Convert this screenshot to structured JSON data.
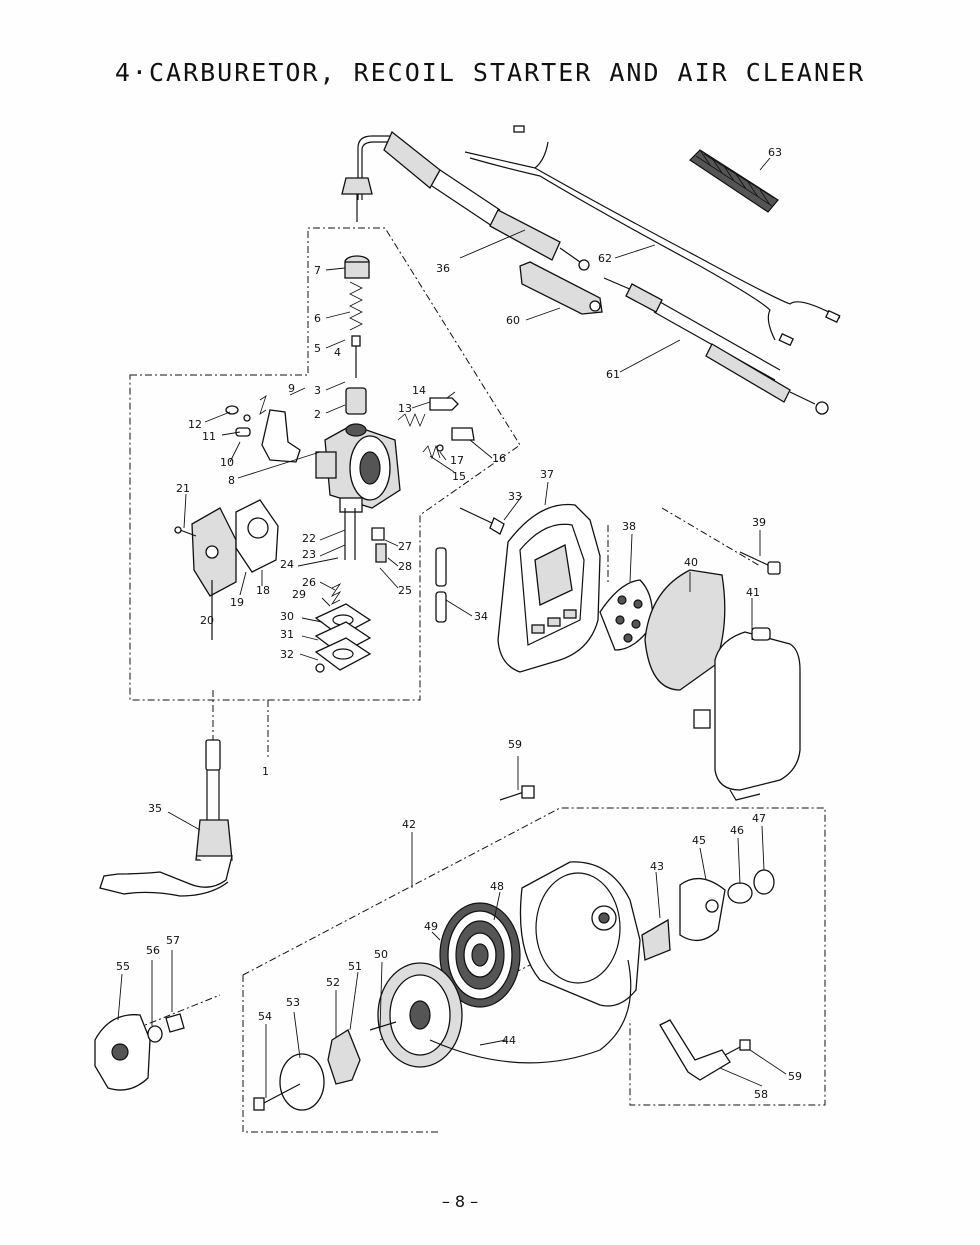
{
  "title": "4·CARBURETOR, RECOIL STARTER AND AIR CLEANER",
  "page_number": "– 8 –",
  "callouts": {
    "p1": "1",
    "p2": "2",
    "p3": "3",
    "p4": "4",
    "p5": "5",
    "p6": "6",
    "p7": "7",
    "p8": "8",
    "p9": "9",
    "p10": "10",
    "p11": "11",
    "p12": "12",
    "p13": "13",
    "p14": "14",
    "p15": "15",
    "p16": "16",
    "p17": "17",
    "p18": "18",
    "p19": "19",
    "p20": "20",
    "p21": "21",
    "p22": "22",
    "p23": "23",
    "p24": "24",
    "p25": "25",
    "p26": "26",
    "p27": "27",
    "p28": "28",
    "p29": "29",
    "p30": "30",
    "p31": "31",
    "p32": "32",
    "p33": "33",
    "p34": "34",
    "p35": "35",
    "p36": "36",
    "p37": "37",
    "p38": "38",
    "p39": "39",
    "p40": "40",
    "p41": "41",
    "p42": "42",
    "p43": "43",
    "p44": "44",
    "p45": "45",
    "p46": "46",
    "p47": "47",
    "p48": "48",
    "p49": "49",
    "p50": "50",
    "p51": "51",
    "p52": "52",
    "p53": "53",
    "p54": "54",
    "p55": "55",
    "p56": "56",
    "p57": "57",
    "p58": "58",
    "p59a": "59",
    "p59b": "59",
    "p60": "60",
    "p61": "61",
    "p62": "62",
    "p63": "63"
  }
}
